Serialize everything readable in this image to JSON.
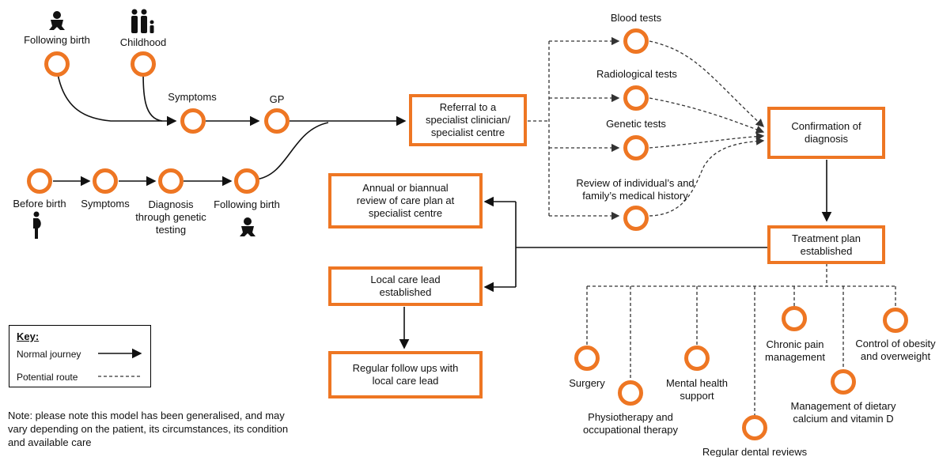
{
  "colors": {
    "accent": "#ee7623",
    "line": "#111111",
    "dashed": "#333333"
  },
  "top_path": {
    "following_birth": "Following birth",
    "childhood": "Childhood",
    "symptoms": "Symptoms",
    "gp": "GP"
  },
  "bottom_path": {
    "before_birth": "Before birth",
    "symptoms": "Symptoms",
    "diagnosis": "Diagnosis\nthrough genetic\ntesting",
    "following_birth": "Following birth"
  },
  "boxes": {
    "referral": "Referral to a\nspecialist clinician/\nspecialist centre",
    "confirmation": "Confirmation of\ndiagnosis",
    "treatment": "Treatment plan\nestablished",
    "annual_review": "Annual or biannual\nreview of care plan at\nspecialist centre",
    "local_lead": "Local care lead\nestablished",
    "follow_ups": "Regular follow ups with\nlocal care lead"
  },
  "tests": {
    "blood": "Blood tests",
    "radiological": "Radiological tests",
    "genetic": "Genetic tests",
    "history": "Review of individual’s and\nfamily’s medical history"
  },
  "treatments": {
    "surgery": "Surgery",
    "physio": "Physiotherapy and\noccupational therapy",
    "mental_health": "Mental health\nsupport",
    "dental": "Regular dental reviews",
    "chronic_pain": "Chronic pain\nmanagement",
    "dietary": "Management of dietary\ncalcium and vitamin D",
    "obesity": "Control of obesity\nand overweight"
  },
  "key": {
    "title": "Key:",
    "normal": "Normal journey",
    "potential": "Potential route"
  },
  "note": "Note: please note this model has been generalised, and may\nvary depending on the patient, its circumstances, its condition\nand available care",
  "icons": [
    "baby-icon",
    "family-icon",
    "pregnant-person-icon",
    "baby-icon"
  ]
}
